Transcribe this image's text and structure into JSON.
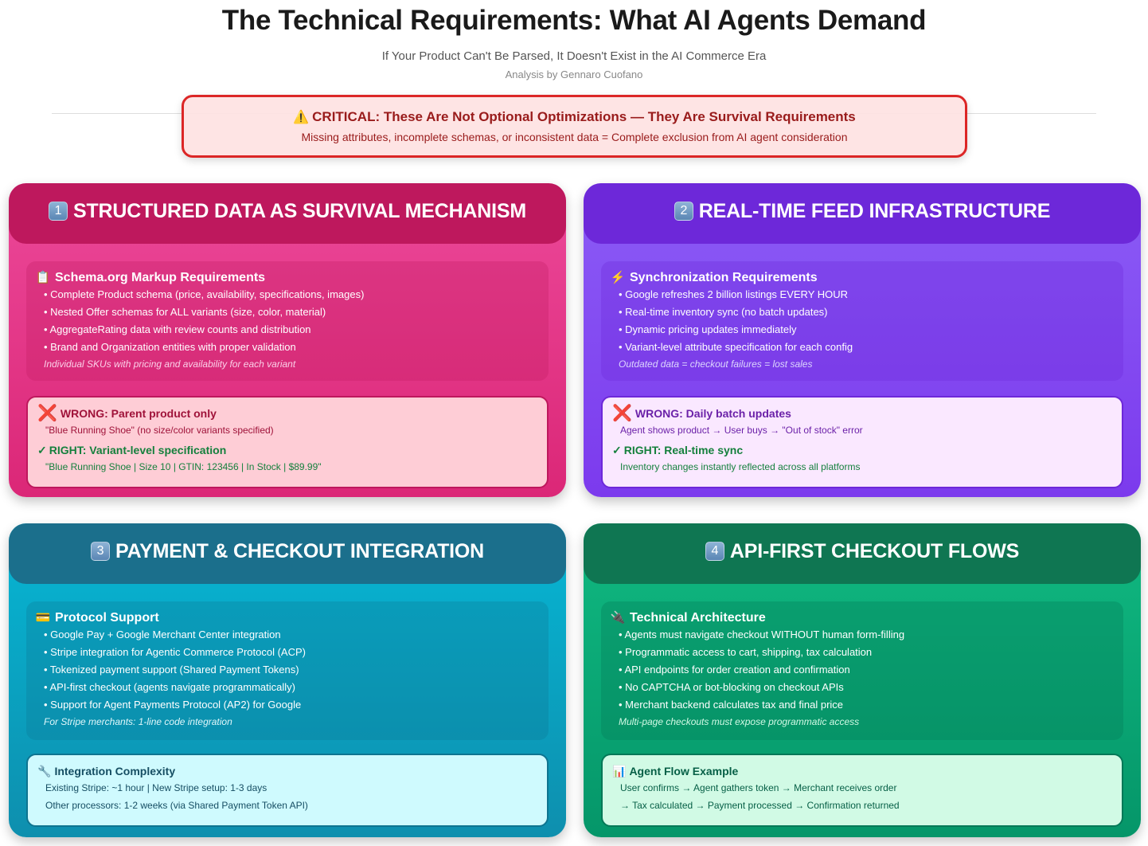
{
  "header": {
    "title": "The Technical Requirements: What AI Agents Demand",
    "subtitle": "If Your Product Can't Be Parsed, It Doesn't Exist in the AI Commerce Era",
    "author": "Analysis by Gennaro Cuofano"
  },
  "critical": {
    "icon": "⚠️",
    "title": "CRITICAL: These Are Not Optional Optimizations — They Are Survival Requirements",
    "subtitle": "Missing attributes, incomplete schemas, or inconsistent data = Complete exclusion from AI agent consideration",
    "color": "#dc2626"
  },
  "cards": [
    {
      "number": "1",
      "title": "STRUCTURED DATA AS SURVIVAL MECHANISM",
      "color": "#db2777",
      "panel": {
        "icon": "📋",
        "title": "Schema.org Markup Requirements",
        "bullets": [
          "• Complete Product schema (price, availability, specifications, images)",
          "• Nested Offer schemas for ALL variants (size, color, material)",
          "• AggregateRating data with review counts and distribution",
          "• Brand and Organization entities with proper validation"
        ],
        "note": "Individual SKUs with pricing and availability for each variant"
      },
      "box": {
        "wrong_title": "WRONG: Parent product only",
        "wrong_detail": "\"Blue Running Shoe\" (no size/color variants specified)",
        "right_title": "RIGHT: Variant-level specification",
        "right_detail": "\"Blue Running Shoe | Size 10 | GTIN: 123456 | In Stock | $89.99\""
      }
    },
    {
      "number": "2",
      "title": "REAL-TIME FEED INFRASTRUCTURE",
      "color": "#7c3aed",
      "panel": {
        "icon": "⚡",
        "title": "Synchronization Requirements",
        "bullets": [
          "• Google refreshes 2 billion listings EVERY HOUR",
          "• Real-time inventory sync (no batch updates)",
          "• Dynamic pricing updates immediately",
          "• Variant-level attribute specification for each config"
        ],
        "note": "Outdated data = checkout failures = lost sales"
      },
      "box": {
        "wrong_title": "WRONG: Daily batch updates",
        "wrong_detail": "Agent shows product → User buys → \"Out of stock\" error",
        "right_title": "RIGHT: Real-time sync",
        "right_detail": "Inventory changes instantly reflected across all platforms"
      }
    },
    {
      "number": "3",
      "title": "PAYMENT & CHECKOUT INTEGRATION",
      "color": "#0891b2",
      "panel": {
        "icon": "💳",
        "title": "Protocol Support",
        "bullets": [
          "• Google Pay + Google Merchant Center integration",
          "• Stripe integration for Agentic Commerce Protocol (ACP)",
          "• Tokenized payment support (Shared Payment Tokens)",
          "• API-first checkout (agents navigate programmatically)",
          "• Support for Agent Payments Protocol (AP2) for Google"
        ],
        "note": "For Stripe merchants: 1-line code integration"
      },
      "box": {
        "icon": "🔧",
        "title": "Integration Complexity",
        "lines": [
          "Existing Stripe: ~1 hour | New Stripe setup: 1-3 days",
          "Other processors: 1-2 weeks (via Shared Payment Token API)"
        ]
      }
    },
    {
      "number": "4",
      "title": "API-FIRST CHECKOUT FLOWS",
      "color": "#059669",
      "panel": {
        "icon": "🔌",
        "title": "Technical Architecture",
        "bullets": [
          "• Agents must navigate checkout WITHOUT human form-filling",
          "• Programmatic access to cart, shipping, tax calculation",
          "• API endpoints for order creation and confirmation",
          "• No CAPTCHA or bot-blocking on checkout APIs",
          "• Merchant backend calculates tax and final price"
        ],
        "note": "Multi-page checkouts must expose programmatic access"
      },
      "box": {
        "icon": "📊",
        "title": "Agent Flow Example",
        "lines": [
          "User confirms → Agent gathers token → Merchant receives order",
          "→ Tax calculated → Payment processed → Confirmation returned"
        ]
      }
    }
  ],
  "icons": {
    "wrong": "❌",
    "right": "✓"
  }
}
